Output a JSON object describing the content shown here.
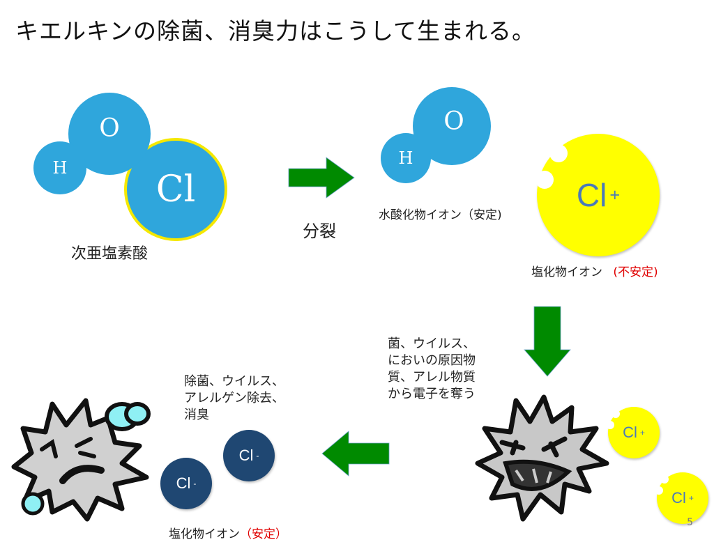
{
  "slide": {
    "title": "キエルキンの除菌、消臭力はこうして生まれる。",
    "page_number": "5"
  },
  "colors": {
    "atom_blue": "#2fa6dc",
    "cl_plus_yellow": "#ffff00",
    "cl_plus_text": "#4a7ab8",
    "cl_minus_navy": "#1f4772",
    "arrow_green": "#008a00",
    "unstable_red": "#e00000"
  },
  "hocl": {
    "h": "H",
    "o": "O",
    "cl": "Cl",
    "label": "次亜塩素酸"
  },
  "split_label": "分裂",
  "hydroxide": {
    "h": "H",
    "o": "O",
    "label": "水酸化物イオン（安定)"
  },
  "chloride_unstable": {
    "symbol": "Cl",
    "charge": "+",
    "label": "塩化物イオン",
    "status": "(不安定)"
  },
  "steal_text": [
    "菌、ウイルス、",
    "においの原因物",
    "質、アレル物質",
    "から電子を奪う"
  ],
  "result_text": [
    "除菌、ウイルス、",
    "アレルゲン除去、",
    "消臭"
  ],
  "ions_plus": [
    {
      "symbol": "Cl",
      "charge": "+"
    },
    {
      "symbol": "Cl",
      "charge": "+"
    }
  ],
  "ions_minus": [
    {
      "symbol": "Cl",
      "charge": "-"
    },
    {
      "symbol": "Cl",
      "charge": "-"
    }
  ],
  "chloride_stable": {
    "label": "塩化物イオン",
    "status": "（安定）"
  }
}
